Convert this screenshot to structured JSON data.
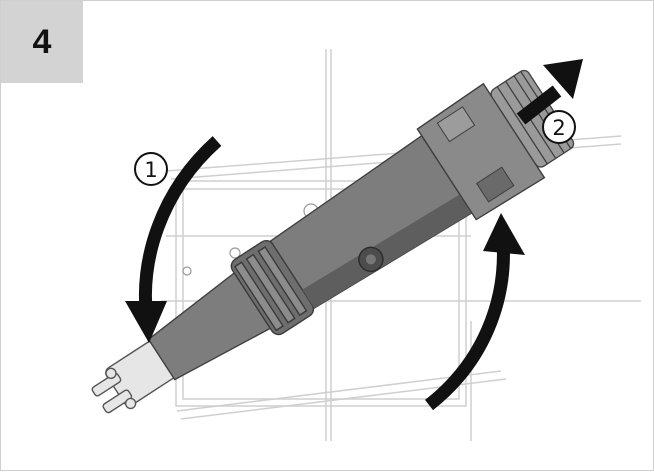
{
  "step": {
    "number": "4"
  },
  "markers": {
    "one": "1",
    "two": "2"
  },
  "colors": {
    "badge_bg": "#d3d3d3",
    "connector_body": "#7d7d7d",
    "connector_shadow": "#5e5e5e",
    "arrow": "#111111",
    "line_art": "#cfcfcf"
  },
  "icons": {
    "rotate_arrow_1": "curved-arrow-counterclockwise-icon",
    "rotate_arrow_2": "curved-arrow-clockwise-icon",
    "pull_arrow": "straight-arrow-up-right-icon"
  }
}
